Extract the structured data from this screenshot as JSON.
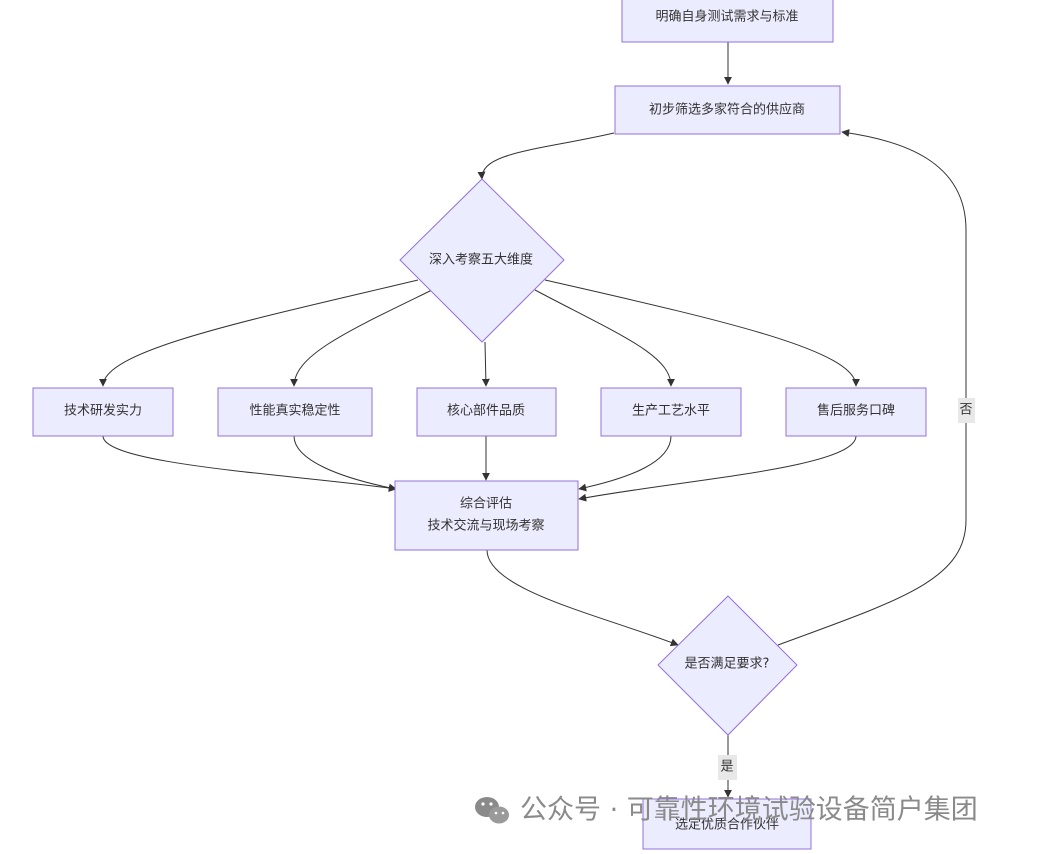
{
  "nodes": {
    "define_needs": "明确自身测试需求与标准",
    "screen_suppliers": "初步筛选多家符合的供应商",
    "inspect_dimensions": "深入考察五大维度",
    "tech_rd": "技术研发实力",
    "performance": "性能真实稳定性",
    "core_parts": "核心部件品质",
    "craftsmanship": "生产工艺水平",
    "after_sales": "售后服务口碑",
    "evaluation_line1": "综合评估",
    "evaluation_line2": "技术交流与现场考察",
    "meets_requirements": "是否满足要求?",
    "select_partner": "选定优质合作伙伴"
  },
  "edge_labels": {
    "no": "否",
    "yes": "是"
  },
  "watermark": {
    "text": "公众号 · 可靠性环境试验设备简户集团",
    "icon": "wechat-icon"
  },
  "colors": {
    "node_fill": "#ececff",
    "node_stroke": "#9370db",
    "edge": "#333333",
    "label_bg": "#e8e8e8",
    "watermark": "#8a8a8a"
  }
}
